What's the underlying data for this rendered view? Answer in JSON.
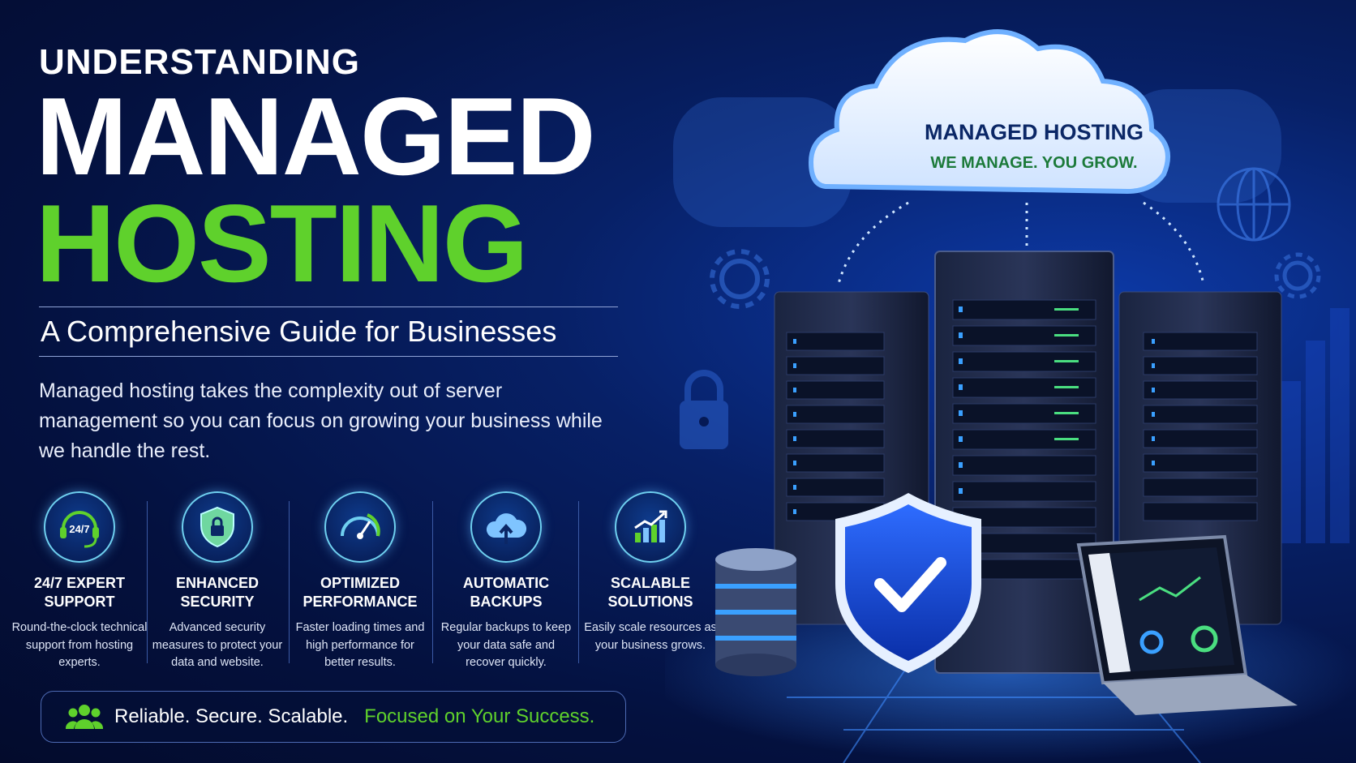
{
  "hero": {
    "kicker": "UNDERSTANDING",
    "title_line1": "MANAGED",
    "title_line2": "HOSTING",
    "subtitle": "A Comprehensive Guide for Businesses",
    "intro": "Managed hosting takes the complexity out of server management so you can focus on growing your business while we handle the rest."
  },
  "features": [
    {
      "icon": "headset-24-7-icon",
      "title": "24/7 EXPERT SUPPORT",
      "badge": "24/7",
      "desc": "Round-the-clock technical support from hosting experts."
    },
    {
      "icon": "shield-lock-icon",
      "title": "ENHANCED SECURITY",
      "desc": "Advanced security measures to protect your data and website."
    },
    {
      "icon": "speedometer-icon",
      "title": "OPTIMIZED PERFORMANCE",
      "desc": "Faster loading times and high performance for better results."
    },
    {
      "icon": "cloud-upload-icon",
      "title": "AUTOMATIC BACKUPS",
      "desc": "Regular backups to keep your data safe and recover quickly."
    },
    {
      "icon": "growth-chart-icon",
      "title": "SCALABLE SOLUTIONS",
      "desc": "Easily scale resources as your business grows."
    }
  ],
  "tagline": {
    "icon": "users-group-icon",
    "part1": "Reliable. Secure. Scalable.",
    "part2": "Focused on Your Success."
  },
  "cloud": {
    "title": "MANAGED HOSTING",
    "slogan": "WE MANAGE. YOU GROW."
  },
  "colors": {
    "accent_green": "#5fd12c",
    "background": "#04113f",
    "cloud_text": "#0b2766",
    "slogan_green": "#1c7a3a"
  }
}
